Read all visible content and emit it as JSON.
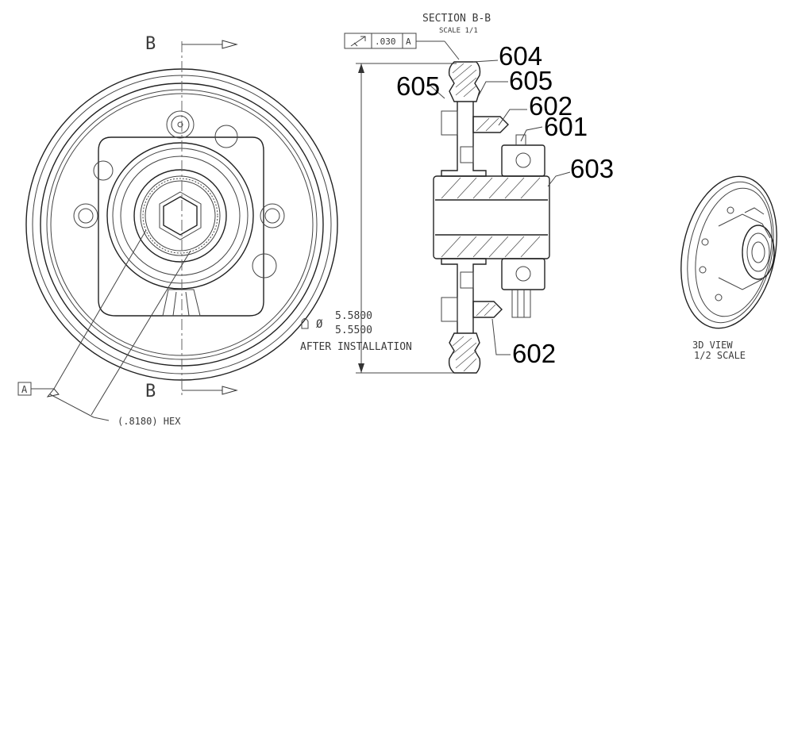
{
  "section": {
    "title": "SECTION B-B",
    "scale": "SCALE 1/1",
    "tolerance_value": ".030",
    "tolerance_datum": "A"
  },
  "front_view": {
    "section_mark_top": "B",
    "section_mark_bottom": "B",
    "datum_label": "A",
    "hex_dimension": "(.8180) HEX"
  },
  "diameter": {
    "upper": "5.5800",
    "lower": "5.5500",
    "note": "AFTER INSTALLATION",
    "symbol": "Ø"
  },
  "callouts": {
    "c604": "604",
    "c605a": "605",
    "c605b": "605",
    "c602a": "602",
    "c601": "601",
    "c603": "603",
    "c602b": "602"
  },
  "view3d": {
    "line1": "3D VIEW",
    "line2": "1/2 SCALE"
  }
}
